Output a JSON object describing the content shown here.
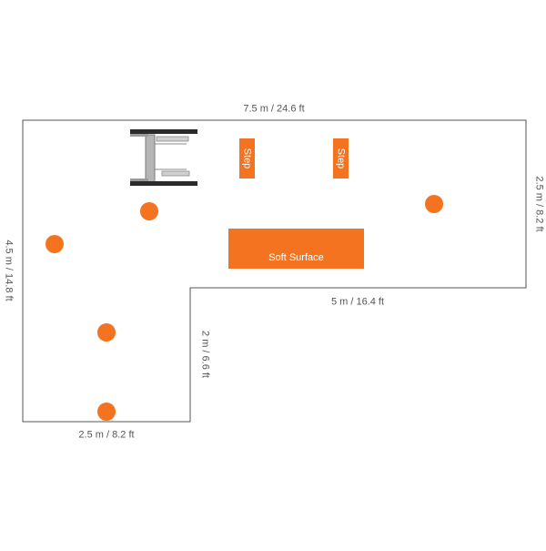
{
  "dimensions": {
    "top": "7.5 m / 24.6 ft",
    "right": "2.5 m / 8.2 ft",
    "inner_horizontal": "5 m / 16.4 ft",
    "inner_vertical": "2 m / 6.6 ft",
    "bottom": "2.5 m / 8.2 ft",
    "left": "4.5 m / 14.8 ft"
  },
  "features": {
    "step_1": "Step",
    "step_2": "Step",
    "soft_surface": "Soft Surface"
  },
  "colors": {
    "accent": "#f47321",
    "outline": "#555555",
    "equipment": "#9a9a9a"
  }
}
